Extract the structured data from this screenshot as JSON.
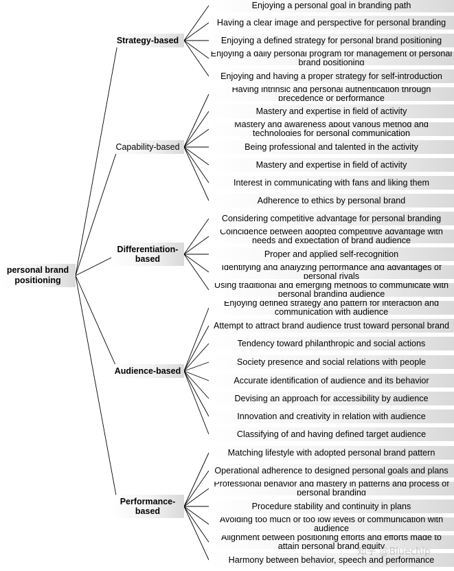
{
  "root": "personal brand positioning",
  "categories": [
    {
      "label": "Strategy-based",
      "bold": true,
      "items": [
        "Enjoying a personal goal in branding path",
        "Having a clear image and perspective for personal branding",
        "Enjoying a defined strategy for personal brand positioning",
        "Enjoying a daily personal program for management of personal brand positioning",
        "Enjoying and having a proper strategy for self-introduction"
      ]
    },
    {
      "label": "Capability-based",
      "bold": false,
      "items": [
        "Having intrinsic and personal authentication through precedence or performance",
        "Mastery and expertise in field of activity",
        "Mastery and awareness about various method and technologies for personal communication",
        "Being professional and talented in the activity",
        "Mastery and expertise in field of activity",
        "Interest in communicating with fans and liking them",
        "Adherence to ethics by personal brand"
      ]
    },
    {
      "label": "Differentiation-based",
      "bold": true,
      "items": [
        "Considering competitive advantage for personal branding",
        "Coincidence between adopted competitive advantage with needs and expectation of brand audience",
        "Proper and applied self-recognition",
        "Identifying and analyzing performance and advantages of personal rivals",
        "Using traditional and emerging methods to communicate with personal branding audience"
      ]
    },
    {
      "label": "Audience-based",
      "bold": true,
      "items": [
        "Enjoying defined strategy and pattern for interaction and communication with audience",
        "Attempt to attract brand audience trust toward personal brand",
        "Tendency toward philanthropic and social actions",
        "Society presence and social relations with people",
        "Accurate identification of audience and its behavior",
        "Devising an approach for accessibility by audience",
        "Innovation and creativity in relation with audience",
        "Classifying of and having defined target audience"
      ]
    },
    {
      "label": "Performance-based",
      "bold": true,
      "items": [
        "Matching lifestyle with adopted personal brand pattern",
        "Operational adherence to designed personal goals and plans",
        "Professional behavior and mastery in patterns and process of personal branding",
        "Procedure stability and continuity in plans",
        "Avoiding too much or too low levels of communication with audience",
        "Alignment between positioning efforts and efforts made to attain personal brand equity",
        "Harmony between behavior, speech and performance"
      ]
    }
  ],
  "watermark": "知乎 @Bluechip"
}
